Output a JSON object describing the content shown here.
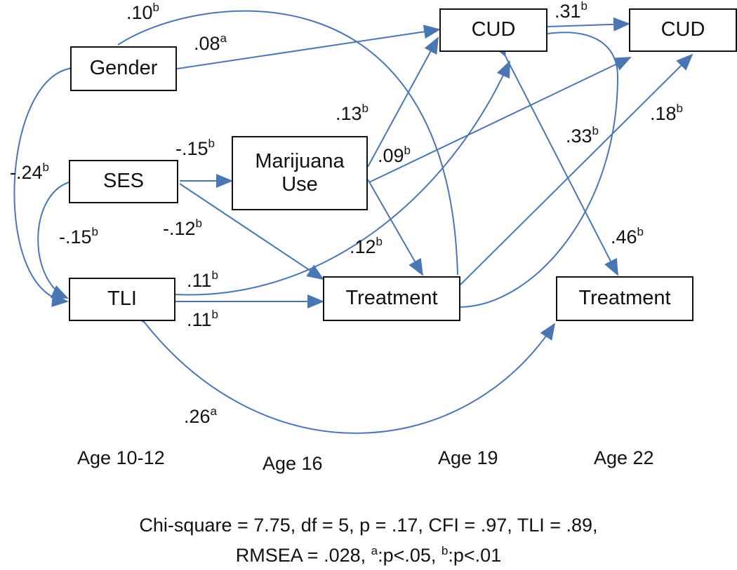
{
  "nodes": {
    "gender": "Gender",
    "ses": "SES",
    "tli": "TLI",
    "marijuana": "Marijuana\nUse",
    "treatment16": "Treatment",
    "cud19": "CUD",
    "cud22": "CUD",
    "treatment22": "Treatment"
  },
  "coefficients": {
    "gender_treatment": {
      "value": ".10",
      "sig": "b"
    },
    "gender_cud19": {
      "value": ".08",
      "sig": "a"
    },
    "cud19_cud22": {
      "value": ".31",
      "sig": "b"
    },
    "marijuana_cud19": {
      "value": ".13",
      "sig": "b"
    },
    "tli_cud22": {
      "value": ".18",
      "sig": "b"
    },
    "ses_marijuana": {
      "value": "-.15",
      "sig": "b"
    },
    "marijuana_cud22": {
      "value": ".09",
      "sig": "b"
    },
    "cud19_treatment22_cov": {
      "value": ".33",
      "sig": "b"
    },
    "gender_tli_cov": {
      "value": "-.24",
      "sig": "b"
    },
    "ses_treatment": {
      "value": "-.12",
      "sig": "b"
    },
    "ses_tli_cov": {
      "value": "-.15",
      "sig": "b"
    },
    "marijuana_treatment": {
      "value": ".12",
      "sig": "b"
    },
    "treatment16_treatment22": {
      "value": ".46",
      "sig": "b"
    },
    "tli_cud19": {
      "value": ".11",
      "sig": "b"
    },
    "tli_treatment": {
      "value": ".11",
      "sig": "b"
    },
    "tli_treatment22_cov": {
      "value": ".26",
      "sig": "a"
    }
  },
  "ages": {
    "a1": "Age 10-12",
    "a2": "Age 16",
    "a3": "Age 19",
    "a4": "Age 22"
  },
  "fit": {
    "line1": "Chi-square = 7.75, df = 5, p = .17, CFI = .97, TLI = .89,",
    "line2_prefix": "RMSEA = .028, ",
    "a_sup": "a",
    "a_text": ":p<.05, ",
    "b_sup": "b",
    "b_text": ":p<.01"
  },
  "colors": {
    "arrow": "#4a76b4",
    "border": "#111111",
    "text": "#111111"
  }
}
